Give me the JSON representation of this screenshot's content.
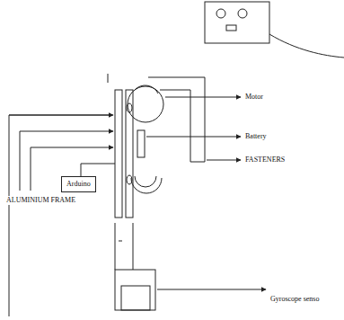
{
  "diagram": {
    "nodes": [
      {
        "text": [
          "Arduino"
        ]
      }
    ],
    "labels": [
      "Motor",
      "Battery",
      "FASTENERS",
      "ALUMINIUM FRAME",
      "Gyroscope senso"
    ]
  }
}
